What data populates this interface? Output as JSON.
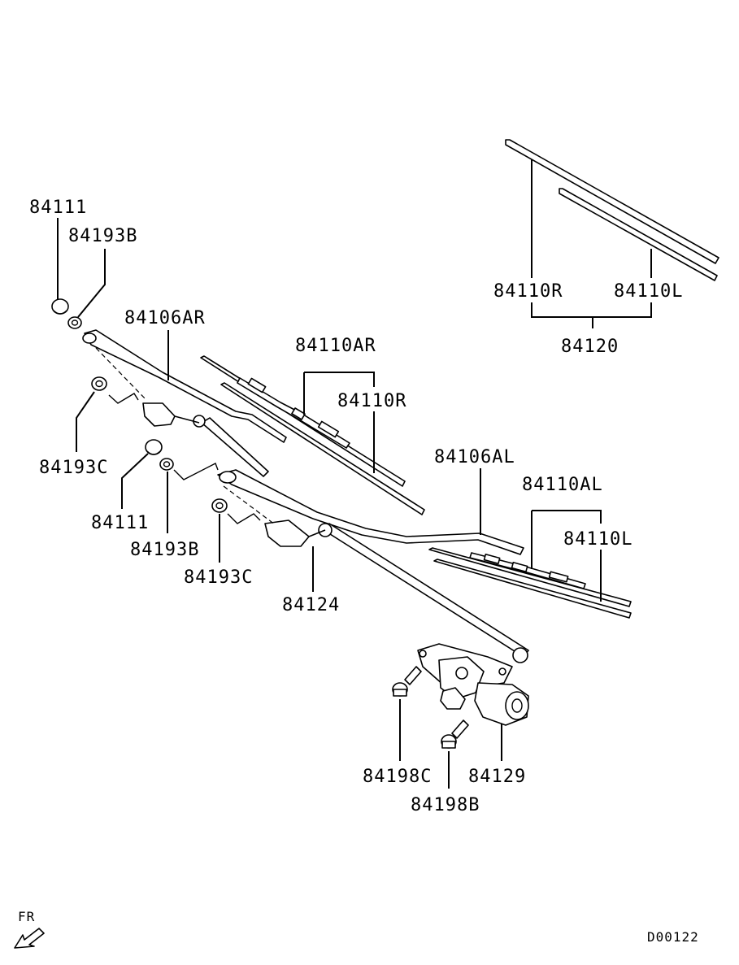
{
  "labels": {
    "arm_nut_cap_upper": "84111",
    "arm_nut_upper": "84193B",
    "arm_right": "84106AR",
    "blade_assy_right": "84110AR",
    "blade_right": "84110R",
    "washer_nut_upper": "84193C",
    "arm_nut_cap_lower": "84111",
    "arm_nut_lower": "84193B",
    "washer_nut_lower": "84193C",
    "linkage": "84124",
    "arm_left": "84106AL",
    "blade_assy_left": "84110AL",
    "blade_left": "84110L",
    "refill_right": "84110R",
    "refill_left": "84110L",
    "refill_set": "84120",
    "bolt_c": "84198C",
    "motor": "84129",
    "bolt_b": "84198B",
    "direction": "FR",
    "diagram_code": "D00122"
  }
}
